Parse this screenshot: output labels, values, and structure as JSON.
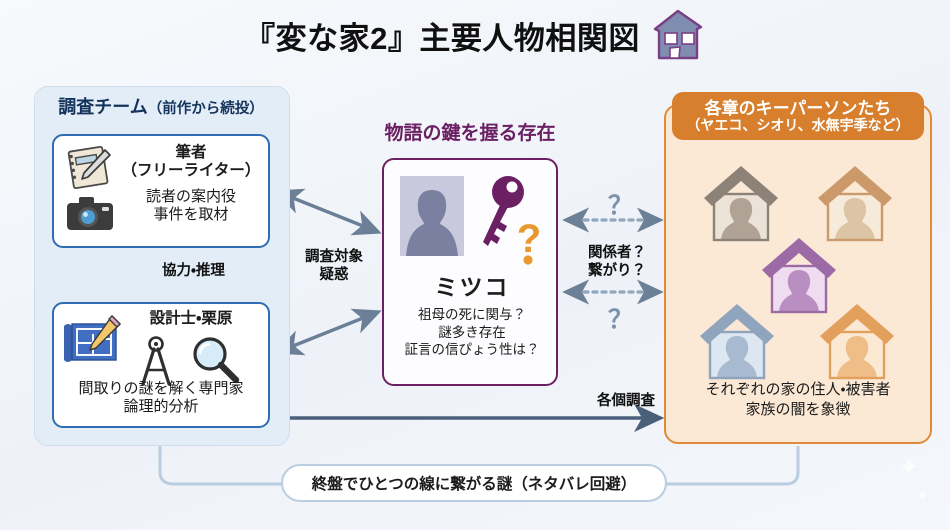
{
  "title": {
    "text": "『変な家2』主要人物相関図",
    "house_icon": "crooked-house-icon"
  },
  "left_panel": {
    "heading_main": "調査チーム",
    "heading_sub": "（前作から続投）",
    "bg_color": "#e3edf8",
    "border_color": "#2f6cb5",
    "boxes": [
      {
        "name_line1": "筆者",
        "name_line2": "（フリーライター）",
        "desc_line1": "読者の案内役",
        "desc_line2": "事件を取材",
        "icons": [
          "notebook-pen-icon",
          "camera-icon"
        ]
      },
      {
        "name_line1": "設計士・栗原",
        "name_line2": "",
        "desc_line1": "間取りの謎を解く専門家",
        "desc_line2": "論理的分析",
        "icons": [
          "blueprint-pencil-icon",
          "compass-divider-icon",
          "magnifier-icon"
        ]
      }
    ],
    "inner_arrow_label": "協力・推理"
  },
  "center": {
    "heading": "物語の鍵を握る存在",
    "heading_color": "#6b2063",
    "name": "ミツコ",
    "desc_line1": "祖母の死に関与？",
    "desc_line2": "謎多き存在",
    "desc_line3": "証言の信ぴょう性は？",
    "icons": [
      "person-silhouette-icon",
      "key-icon",
      "question-mark-icon"
    ]
  },
  "right_panel": {
    "header_line1": "各章のキーパーソンたち",
    "header_line2": "（ヤエコ、シオリ、水無宇季など）",
    "header_bg": "#d77f2c",
    "bg_color": "#fbe8d5",
    "border_color": "#e08b3c",
    "desc_line1": "それぞれの家の住人・被害者",
    "desc_line2": "家族の闇を象徴",
    "house_icons": [
      {
        "name": "house-person-icon-gray",
        "color": "#8d8278"
      },
      {
        "name": "house-person-icon-tan",
        "color": "#cc9a6a"
      },
      {
        "name": "house-person-icon-purple",
        "color": "#9c6ba5"
      },
      {
        "name": "house-person-icon-blue",
        "color": "#8fa4bd"
      },
      {
        "name": "house-person-icon-orange",
        "color": "#e3a05c"
      }
    ]
  },
  "connectors": {
    "left_to_center_label_line1": "調査対象",
    "left_to_center_label_line2": "疑惑",
    "center_to_right_label_line1": "関係者？",
    "center_to_right_label_line2": "繋がり？",
    "center_to_right_question_mark": "？",
    "left_to_right_label": "各個調査",
    "arrow_color": "#6b7f96"
  },
  "bottom": {
    "pill_text": "終盤でひとつの線に繋がる謎（ネタバレ回避）",
    "line_color": "#b9cde0"
  }
}
